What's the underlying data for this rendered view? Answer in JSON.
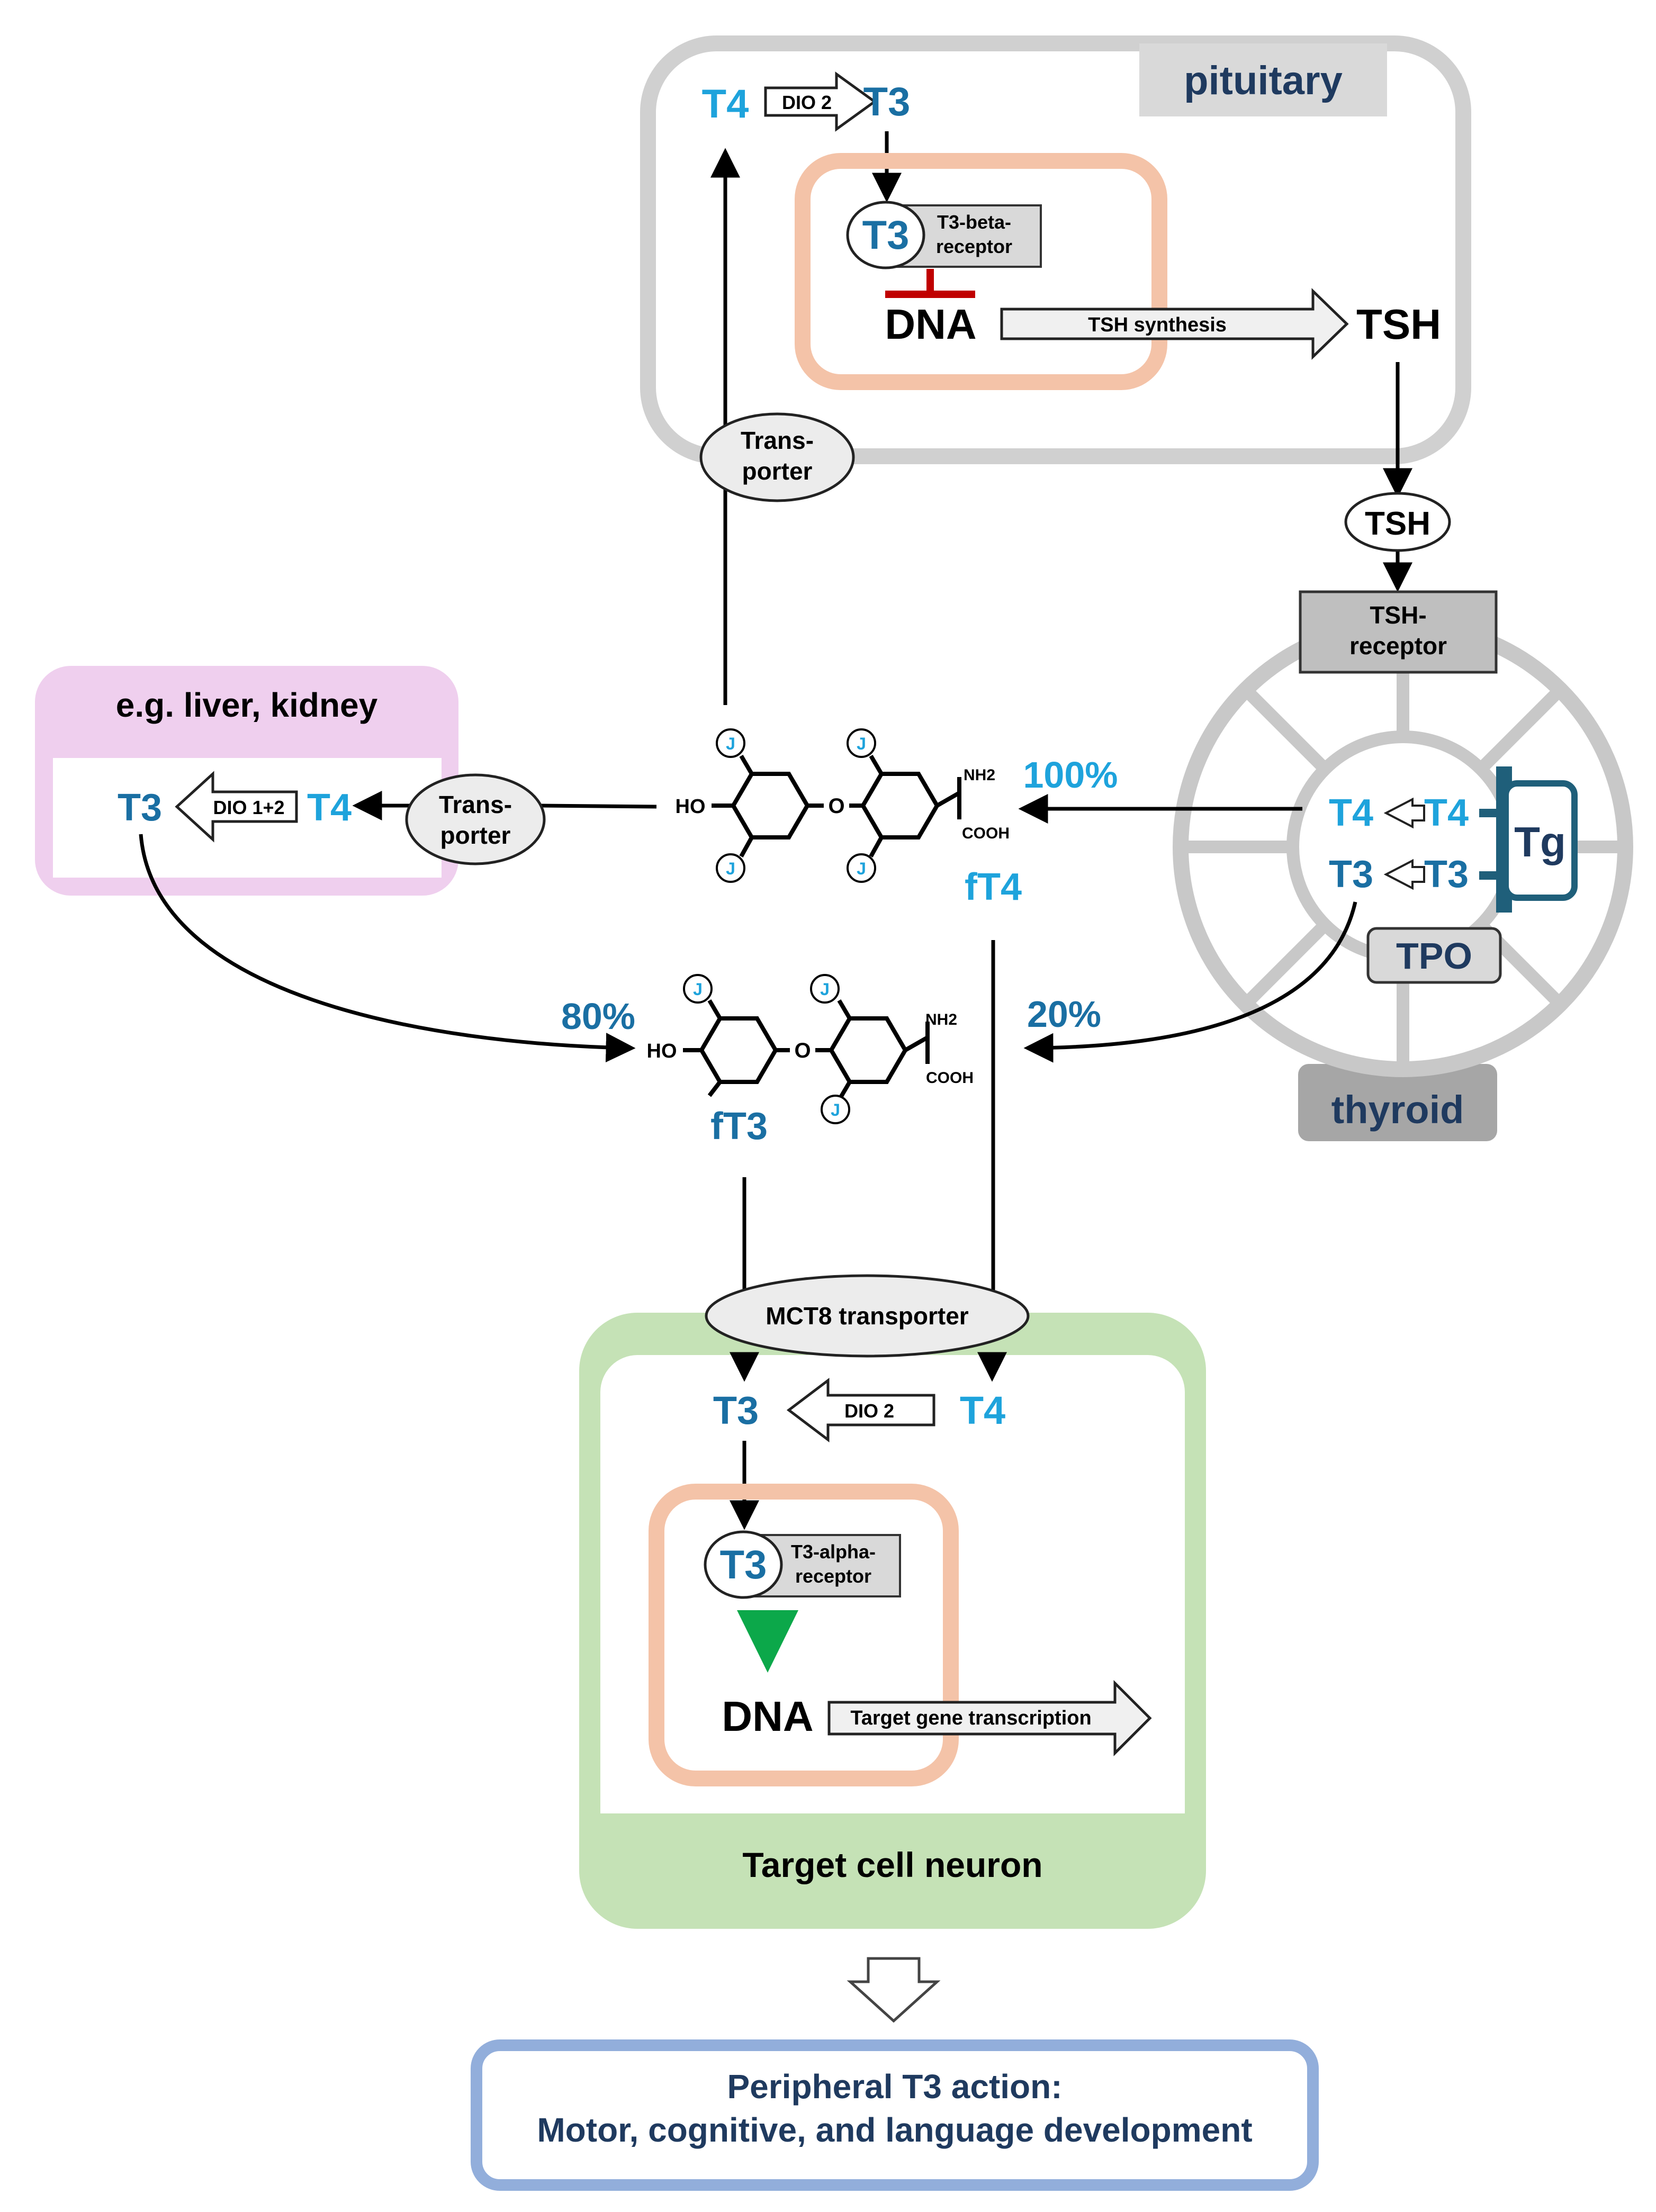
{
  "colors": {
    "hormone_blue": "#1ea3dc",
    "dark_blue": "#1a6fa3",
    "title_navy": "#1f3a5f",
    "gray_box": "#d9d9d9",
    "gray_border": "#c8c8c8",
    "peach": "#f4c3a8",
    "pink": "#efcfee",
    "green_box": "#c5e2b6",
    "blue_box": "#92aedb",
    "inhibit_red": "#c00000",
    "activate_green": "#0ca84a",
    "tg_border": "#1f5f7a"
  },
  "pituitary": {
    "title": "pituitary",
    "t4": "T4",
    "dio": "DIO 2",
    "t3": "T3",
    "receptor_t3": "T3",
    "receptor_label_1": "T3-beta-",
    "receptor_label_2": "receptor",
    "dna": "DNA",
    "synthesis": "TSH synthesis",
    "tsh": "TSH"
  },
  "transporter_top": {
    "line1": "Trans-",
    "line2": "porter"
  },
  "tsh_oval": "TSH",
  "tsh_receptor": {
    "line1": "TSH-",
    "line2": "receptor"
  },
  "liver": {
    "title": "e.g. liver, kidney",
    "t3": "T3",
    "dio": "DIO 1+2",
    "t4": "T4"
  },
  "transporter_left": {
    "line1": "Trans-",
    "line2": "porter"
  },
  "molecule_ft4": {
    "ho": "HO",
    "o": "O",
    "nh2": "NH2",
    "cooh": "COOH",
    "iodine": "J",
    "label": "fT4"
  },
  "molecule_ft3": {
    "ho": "HO",
    "o": "O",
    "nh2": "NH2",
    "cooh": "COOH",
    "iodine": "J",
    "label": "fT3"
  },
  "percents": {
    "p100": "100%",
    "p80": "80%",
    "p20": "20%"
  },
  "thyroid": {
    "title": "thyroid",
    "t4_a": "T4",
    "t4_b": "T4",
    "t3_a": "T3",
    "t3_b": "T3",
    "tg": "Tg",
    "tpo": "TPO"
  },
  "mct8": "MCT8 transporter",
  "neuron": {
    "title": "Target cell neuron",
    "t3": "T3",
    "dio": "DIO 2",
    "t4": "T4",
    "receptor_t3": "T3",
    "receptor_label_1": "T3-alpha-",
    "receptor_label_2": "receptor",
    "dna": "DNA",
    "transcription": "Target gene transcription"
  },
  "peripheral": {
    "line1": "Peripheral T3 action:",
    "line2": "Motor, cognitive, and language development"
  }
}
